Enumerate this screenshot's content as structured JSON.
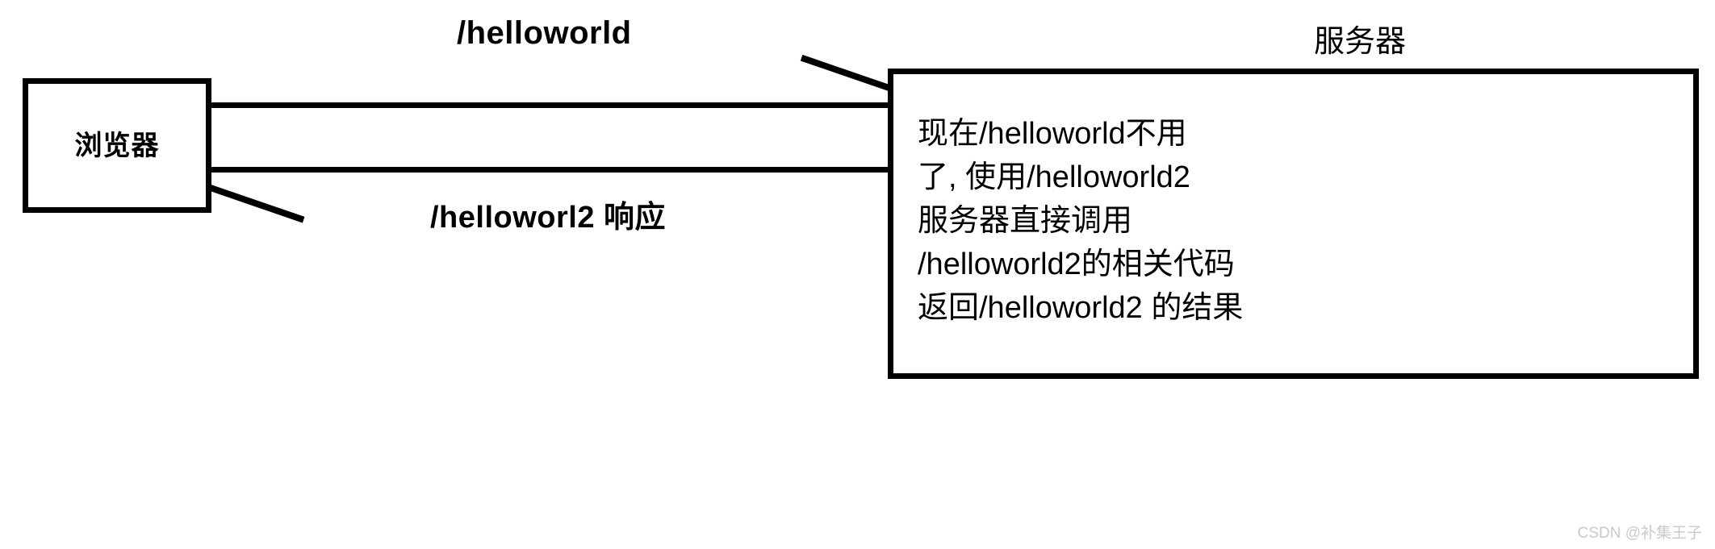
{
  "diagram": {
    "title": "browser-server helloworld forward diagram",
    "background_color": "#ffffff",
    "stroke_color": "#000000",
    "nodes": {
      "browser": {
        "label": "浏览器"
      },
      "server": {
        "title": "服务器",
        "body_lines": [
          "现在/helloworld不用",
          "了, 使用/helloworld2",
          "服务器直接调用",
          "/helloworld2的相关代码",
          "返回/helloworld2 的结果"
        ]
      }
    },
    "edges": {
      "request": {
        "label": "/helloworld",
        "direction": "browser-to-server"
      },
      "response": {
        "label": "/helloworl2 响应",
        "direction": "server-to-browser"
      }
    }
  },
  "watermark": {
    "text": "CSDN @补集王子",
    "color": "#c9c9c9"
  }
}
